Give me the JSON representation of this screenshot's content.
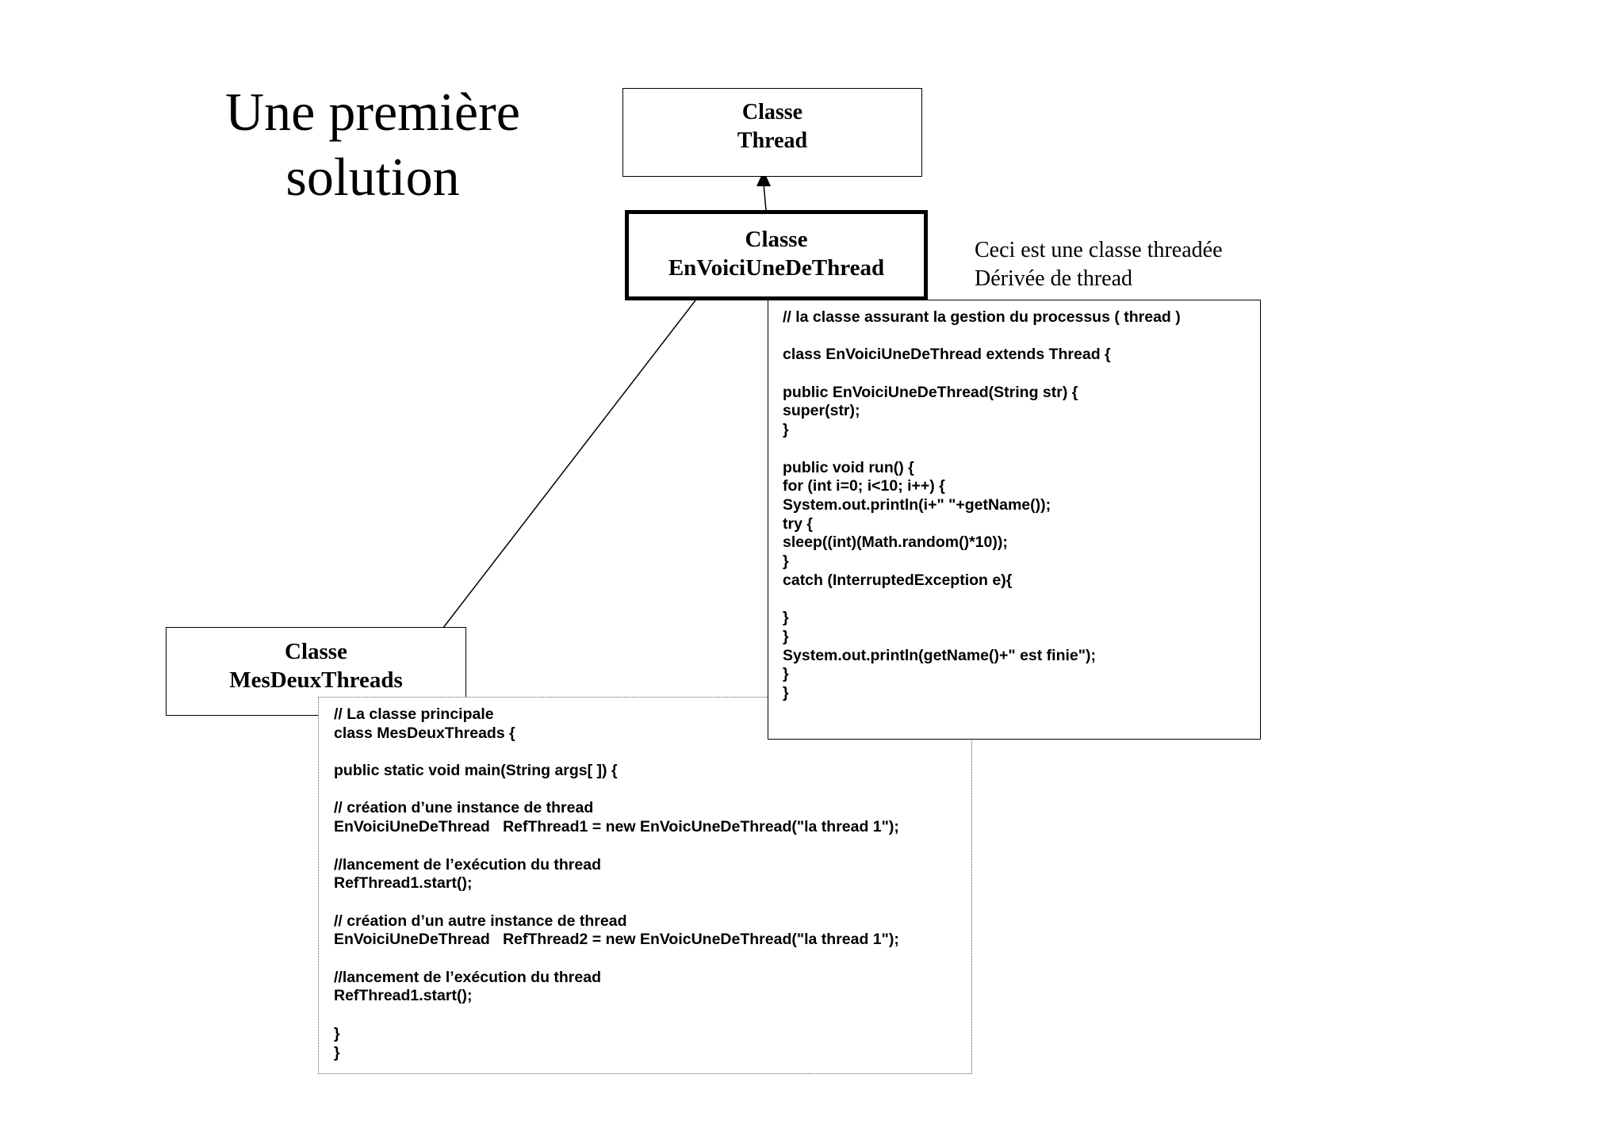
{
  "title": {
    "line1": "Une première",
    "line2": "solution"
  },
  "classes": {
    "thread": {
      "line1": "Classe",
      "line2": "Thread"
    },
    "envoici": {
      "line1": "Classe",
      "line2": "EnVoiciUneDeThread"
    },
    "mesdeux": {
      "line1": "Classe",
      "line2": "MesDeuxThreads"
    }
  },
  "annotation": {
    "line1": "Ceci  est une classe threadée",
    "line2": "Dérivée de thread"
  },
  "code_thread": [
    "// la classe assurant la gestion du processus ( thread )",
    "",
    "class EnVoiciUneDeThread extends Thread {",
    "",
    "public EnVoiciUneDeThread(String str) {",
    "super(str);",
    "}",
    "",
    "public void run() {",
    "for (int i=0; i<10; i++) {",
    "System.out.println(i+\" \"+getName());",
    "try {",
    "sleep((int)(Math.random()*10));",
    "}",
    "catch (InterruptedException e){",
    "",
    "}",
    "}",
    "System.out.println(getName()+\" est finie\");",
    "}",
    "}"
  ],
  "code_main": [
    "// La classe principale",
    "class MesDeuxThreads {",
    "",
    "public static void main(String args[ ]) {",
    "",
    "// création d’une instance de thread",
    "EnVoiciUneDeThread   RefThread1 = new EnVoicUneDeThread(\"la thread 1\");",
    "",
    "//lancement de l’exécution du thread",
    "RefThread1.start();",
    "",
    "// création d’un autre instance de thread",
    "EnVoiciUneDeThread   RefThread2 = new EnVoicUneDeThread(\"la thread 1\");",
    "",
    "//lancement de l’exécution du thread",
    "RefThread1.start();",
    "",
    "}",
    "}"
  ]
}
